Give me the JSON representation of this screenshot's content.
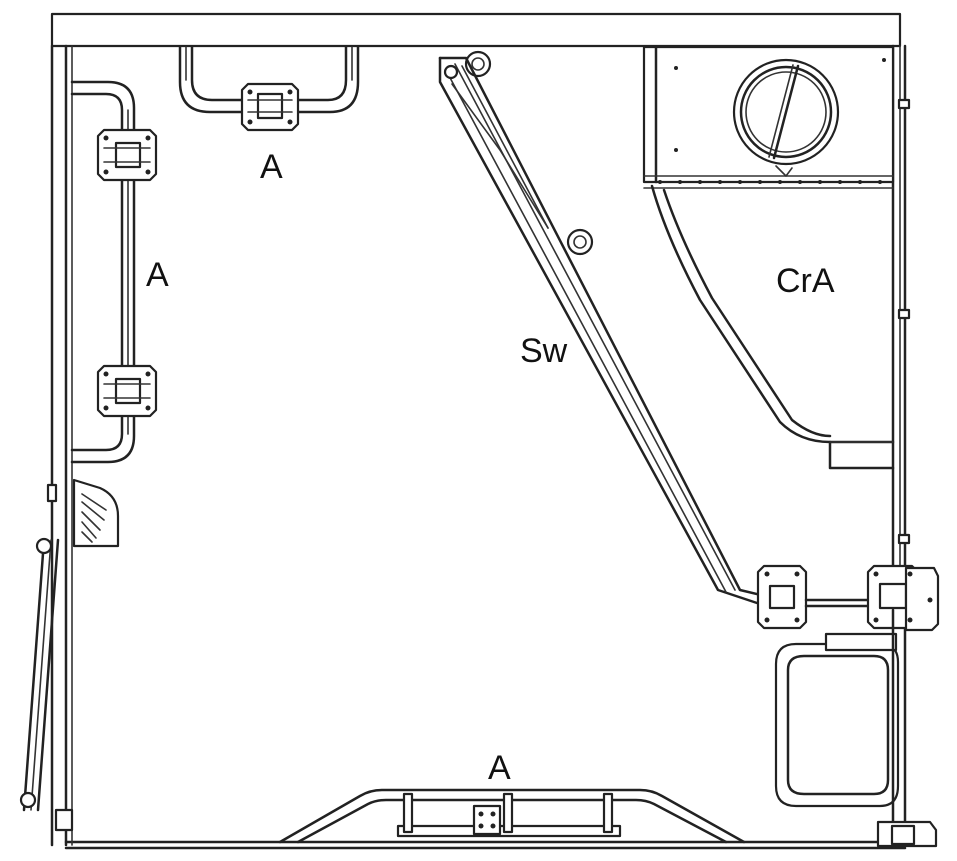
{
  "labels": {
    "a_top": "A",
    "a_left": "A",
    "a_bottom": "A",
    "sw": "Sw",
    "cra": "CrA"
  },
  "colors": {
    "line": "#222222",
    "background": "#ffffff"
  }
}
